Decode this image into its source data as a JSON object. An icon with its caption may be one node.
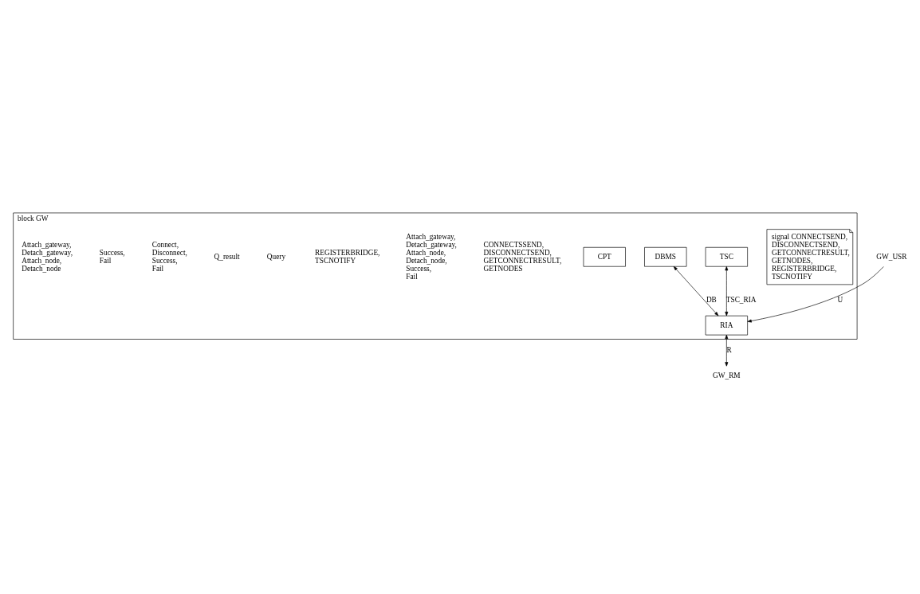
{
  "diagram": {
    "nodes": [
      {
        "text": [
          "block GW"
        ]
      },
      {
        "text": [
          "signal CONNECTSEND, DISCONNECTSEND, GETCONNECTRESULT, GETNODES, REGISTERBRIDGE, TSCNOTIFY"
        ],
        "in": 0
      },
      {
        "text": [
          "TSC"
        ],
        "in": 0
      },
      {
        "text": [
          "DBMS"
        ],
        "in": 0
      },
      {
        "text": [
          "RIA"
        ],
        "in": 0
      },
      {
        "text": [
          "CPT"
        ],
        "in": 0
      },
      {
        "text": [
          "GW_USR"
        ]
      },
      {
        "text": [
          "GW_RM"
        ]
      }
    ],
    "edges": [
      {
        "from": 2,
        "to": 4,
        "arrow": "both",
        "label": "TSC_RIA"
      },
      {
        "from": 3,
        "to": 4,
        "arrow": "both",
        "label": "DB"
      },
      {
        "from": 4,
        "to": 7,
        "arrow": "both",
        "label": "R"
      },
      {
        "from": 6,
        "to": 4,
        "arrow": "to",
        "label": "U"
      }
    ],
    "labels": [
      "CONNECTSSEND, DISCONNECTSEND, GETCONNECTRESULT, GETNODES",
      "Attach_gateway, Detach_gateway, Attach_node, Detach_node, Success, Fail",
      "REGISTERBRIDGE, TSCNOTIFY",
      "Query",
      "Q_result",
      "Connect, Disconnect, Success, Fail",
      "Success, Fail",
      "Attach_gateway, Detach_gateway, Attach_node, Detach_node"
    ]
  }
}
